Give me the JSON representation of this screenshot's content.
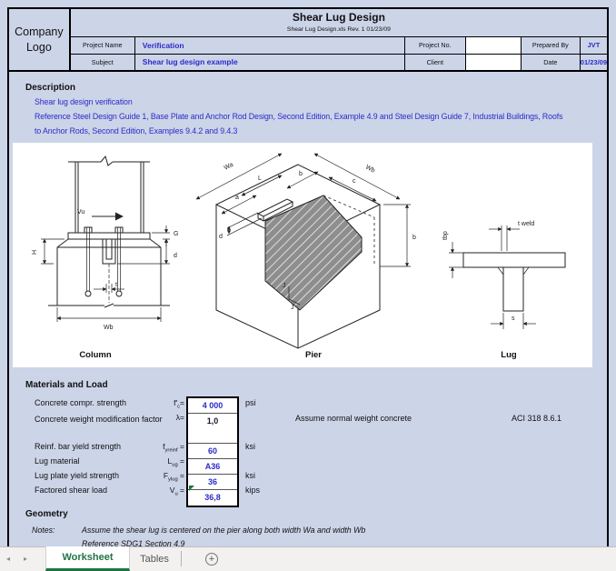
{
  "colors": {
    "background": "#ccd4e8",
    "accent_blue": "#2b2bc8",
    "excel_green": "#217346",
    "border_black": "#000000",
    "hatch_gray": "#8e8e8e"
  },
  "header": {
    "logo_text": "Company Logo",
    "title": "Shear Lug Design",
    "subtitle": "Shear Lug Design.xls  Rev. 1  01/23/09",
    "project_label": "Project Name",
    "project_value": "Verification",
    "project_no_label": "Project No.",
    "project_no_value": "",
    "prepared_by_label": "Prepared By",
    "prepared_by_value": "JVT",
    "subject_label": "Subject",
    "subject_value": "Shear lug design example",
    "client_label": "Client",
    "client_value": "",
    "date_label": "Date",
    "date_value": "01/23/09"
  },
  "description": {
    "heading": "Description",
    "line1": "Shear lug design verification",
    "line2": "Reference Steel Design Guide 1, Base Plate and Anchor Rod Design, Second Edition, Example 4.9 and Steel Design Guide 7, Industrial Buildings, Roofs",
    "line3": "to Anchor Rods, Second Edition, Examples 9.4.2 and 9.4.3"
  },
  "figures": {
    "column": {
      "caption": "Column",
      "labels": {
        "vu": "Vu",
        "h": "H",
        "g": "G",
        "d": "d",
        "t": "t",
        "wb": "Wb"
      }
    },
    "pier": {
      "caption": "Pier",
      "labels": {
        "wa": "Wa",
        "wb": "Wb",
        "a": "a",
        "l": "L",
        "b_top": "b",
        "c": "c",
        "b_side": "b",
        "d": "d",
        "j1": "J",
        "j2": "J"
      }
    },
    "lug": {
      "caption": "Lug",
      "labels": {
        "t_weld": "t weld",
        "t_bp": "tbp",
        "s": "s"
      }
    }
  },
  "materials": {
    "heading": "Materials and Load",
    "rows": [
      {
        "label": "Concrete compr. strength",
        "sym_main": "f'",
        "sym_sub": "c",
        "eq": "=",
        "value": "4 000",
        "unit": "psi"
      },
      {
        "label": "Concrete weight modification factor",
        "sym_main": "λ",
        "sym_sub": "",
        "eq": "=",
        "value": "1,0",
        "unit": ""
      },
      {
        "label": "Reinf. bar yield strength",
        "sym_main": "f",
        "sym_sub": "yreinf",
        "eq": " =",
        "value": "60",
        "unit": "ksi"
      },
      {
        "label": "Lug material",
        "sym_main": "L",
        "sym_sub": "ug",
        "eq": " =",
        "value": "A36",
        "unit": ""
      },
      {
        "label": "Lug plate yield strength",
        "sym_main": "F",
        "sym_sub": "ylug",
        "eq": " =",
        "value": "36",
        "unit": "ksi"
      },
      {
        "label": "Factored shear load",
        "sym_main": "V",
        "sym_sub": "u",
        "eq": " =",
        "value": "36,8",
        "unit": "kips"
      }
    ],
    "note": "Assume normal weight concrete",
    "reference": "ACI 318 8.6.1"
  },
  "geometry": {
    "heading": "Geometry",
    "notes_label": "Notes:",
    "note1": "Assume the shear lug is centered on the pier along both width Wa and width Wb",
    "note2": "Reference SDG1 Section 4.9"
  },
  "tabs": {
    "worksheet": "Worksheet",
    "tables": "Tables",
    "prev_icon": "◂",
    "next_icon": "▸",
    "add_icon": "+"
  }
}
